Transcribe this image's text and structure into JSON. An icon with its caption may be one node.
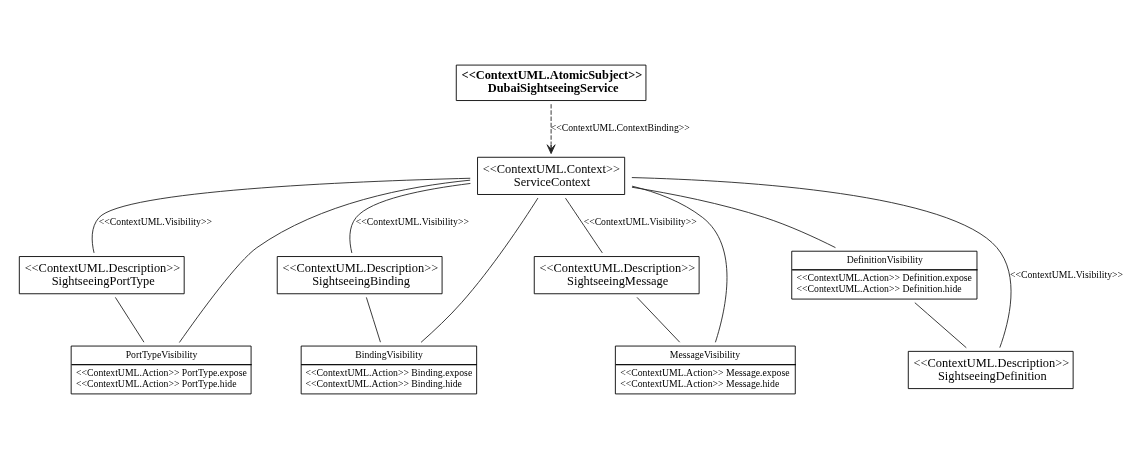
{
  "diagram": {
    "nodes": [
      {
        "text": [
          "<<ContextUML.AtomicSubject>>",
          "DubaiSightseeingService"
        ]
      },
      {
        "text": [
          "<<ContextUML.Context>>",
          "ServiceContext"
        ]
      },
      {
        "text": [
          "<<ContextUML.Description>>",
          "SightseeingPortType"
        ]
      },
      {
        "text": [
          "PortTypeVisibility",
          "<<ContextUML.Action>> PortType.expose",
          "<<ContextUML.Action>> PortType.hide"
        ]
      },
      {
        "text": [
          "<<ContextUML.Description>>",
          "SightseeingBinding"
        ]
      },
      {
        "text": [
          "BindingVisibility",
          "<<ContextUML.Action>> Binding.expose",
          "<<ContextUML.Action>> Binding.hide"
        ]
      },
      {
        "text": [
          "<<ContextUML.Description>>",
          "SightseeingMessage"
        ]
      },
      {
        "text": [
          "MessageVisibility",
          "<<ContextUML.Action>> Message.expose",
          "<<ContextUML.Action>> Message.hide"
        ]
      },
      {
        "text": [
          "DefinitionVisibility",
          "<<ContextUML.Action>> Definition.expose",
          "<<ContextUML.Action>> Definition.hide"
        ]
      },
      {
        "text": [
          "<<ContextUML.Description>>",
          "SightseeingDefinition"
        ]
      }
    ],
    "edges": [
      {
        "from": 0,
        "to": 1,
        "arrow": "to",
        "style": "dashed",
        "label": "<<ContextUML.ContextBinding>>"
      },
      {
        "from": 1,
        "to": 2,
        "arrow": "none",
        "label": "<<ContextUML.Visibility>>"
      },
      {
        "from": 1,
        "to": 3,
        "arrow": "none"
      },
      {
        "from": 2,
        "to": 3,
        "arrow": "none"
      },
      {
        "from": 1,
        "to": 4,
        "arrow": "none",
        "label": "<<ContextUML.Visibility>>"
      },
      {
        "from": 1,
        "to": 5,
        "arrow": "none"
      },
      {
        "from": 4,
        "to": 5,
        "arrow": "none"
      },
      {
        "from": 1,
        "to": 6,
        "arrow": "none",
        "label": "<<ContextUML.Visibility>>"
      },
      {
        "from": 1,
        "to": 7,
        "arrow": "none"
      },
      {
        "from": 6,
        "to": 7,
        "arrow": "none"
      },
      {
        "from": 1,
        "to": 9,
        "arrow": "none",
        "label": "<<ContextUML.Visibility>>"
      },
      {
        "from": 1,
        "to": 8,
        "arrow": "none"
      },
      {
        "from": 8,
        "to": 9,
        "arrow": "none"
      }
    ]
  }
}
